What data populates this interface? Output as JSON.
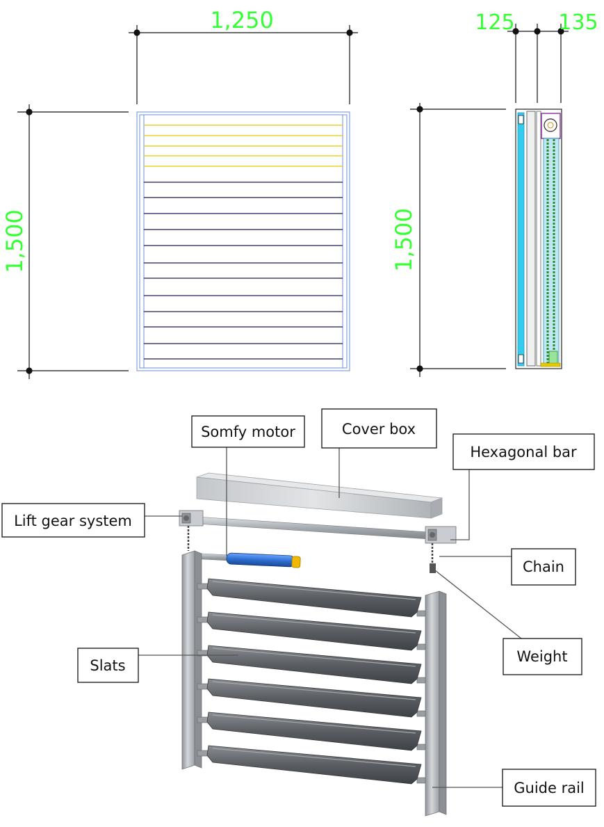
{
  "dimensions": {
    "front_width": "1,250",
    "front_height": "1,500",
    "side_height": "1,500",
    "side_depth_left": "125",
    "side_depth_right": "135"
  },
  "callouts": {
    "somfy_motor": "Somfy motor",
    "cover_box": "Cover box",
    "hexagonal_bar": "Hexagonal bar",
    "lift_gear_system": "Lift gear system",
    "chain": "Chain",
    "slats": "Slats",
    "weight": "Weight",
    "guide_rail": "Guide rail"
  },
  "colors": {
    "dimension_text": "#33ff33",
    "line": "#111111",
    "front_frame": "#6a8fd6",
    "yellow_slat": "#e6c800",
    "navy_slat": "#1a1a5a",
    "glass": "#33ccee",
    "chain_green": "#2a8a2a",
    "motor_blue": "#2e6fd0",
    "motor_cap": "#f0b800",
    "slat_dark": "#5a5d62",
    "metal": "#b8bcc0"
  }
}
